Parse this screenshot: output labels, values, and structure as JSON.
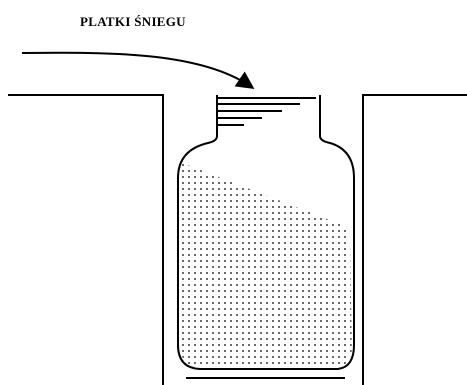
{
  "diagram": {
    "label": "PLATKI ŚNIEGU",
    "elements": {
      "ground": "ground-surface",
      "pit": "pit-walls",
      "jar": "glass-jar",
      "filling": "dotted-fill",
      "flakes": "snowflake-layers",
      "arrow": "curved-arrow"
    }
  }
}
